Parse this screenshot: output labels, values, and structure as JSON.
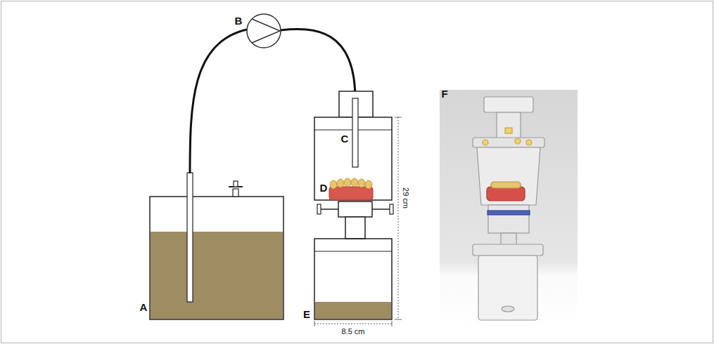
{
  "diagram": {
    "labels": [
      "B",
      "C",
      "D",
      "A",
      "E",
      "29 cm",
      "8.5 cm",
      "F"
    ]
  }
}
